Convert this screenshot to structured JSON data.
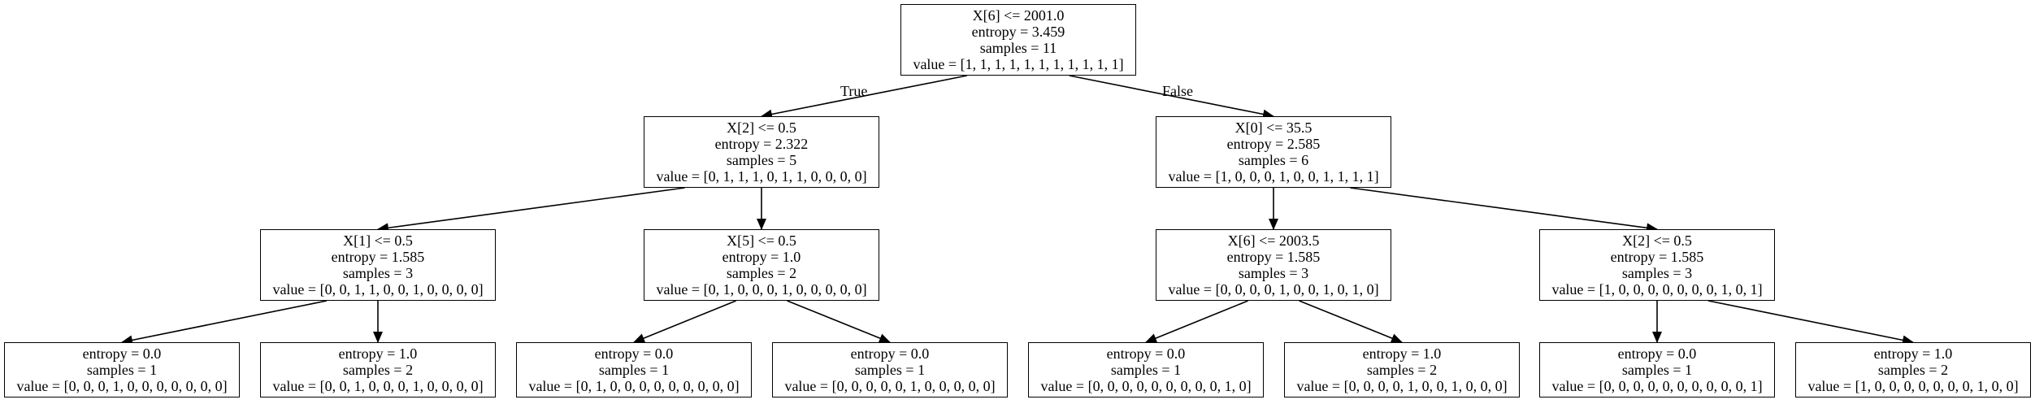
{
  "colors": {
    "border": "#000000",
    "edge": "#000000",
    "background": "#ffffff",
    "text": "#000000"
  },
  "edge_labels": {
    "true_label": "True",
    "false_label": "False"
  },
  "nodes": [
    {
      "id": "n0",
      "lines": [
        "X[6] <= 2001.0",
        "entropy = 3.459",
        "samples = 11",
        "value = [1, 1, 1, 1, 1, 1, 1, 1, 1, 1, 1]"
      ]
    },
    {
      "id": "n1",
      "lines": [
        "X[2] <= 0.5",
        "entropy = 2.322",
        "samples = 5",
        "value = [0, 1, 1, 1, 0, 1, 1, 0, 0, 0, 0]"
      ]
    },
    {
      "id": "n2",
      "lines": [
        "X[0] <= 35.5",
        "entropy = 2.585",
        "samples = 6",
        "value = [1, 0, 0, 0, 1, 0, 0, 1, 1, 1, 1]"
      ]
    },
    {
      "id": "n3",
      "lines": [
        "X[1] <= 0.5",
        "entropy = 1.585",
        "samples = 3",
        "value = [0, 0, 1, 1, 0, 0, 1, 0, 0, 0, 0]"
      ]
    },
    {
      "id": "n4",
      "lines": [
        "X[5] <= 0.5",
        "entropy = 1.0",
        "samples = 2",
        "value = [0, 1, 0, 0, 0, 1, 0, 0, 0, 0, 0]"
      ]
    },
    {
      "id": "n5",
      "lines": [
        "X[6] <= 2003.5",
        "entropy = 1.585",
        "samples = 3",
        "value = [0, 0, 0, 0, 1, 0, 0, 1, 0, 1, 0]"
      ]
    },
    {
      "id": "n6",
      "lines": [
        "X[2] <= 0.5",
        "entropy = 1.585",
        "samples = 3",
        "value = [1, 0, 0, 0, 0, 0, 0, 0, 1, 0, 1]"
      ]
    },
    {
      "id": "n7",
      "lines": [
        "entropy = 0.0",
        "samples = 1",
        "value = [0, 0, 0, 1, 0, 0, 0, 0, 0, 0, 0]"
      ]
    },
    {
      "id": "n8",
      "lines": [
        "entropy = 1.0",
        "samples = 2",
        "value = [0, 0, 1, 0, 0, 0, 1, 0, 0, 0, 0]"
      ]
    },
    {
      "id": "n9",
      "lines": [
        "entropy = 0.0",
        "samples = 1",
        "value = [0, 1, 0, 0, 0, 0, 0, 0, 0, 0, 0]"
      ]
    },
    {
      "id": "n10",
      "lines": [
        "entropy = 0.0",
        "samples = 1",
        "value = [0, 0, 0, 0, 0, 1, 0, 0, 0, 0, 0]"
      ]
    },
    {
      "id": "n11",
      "lines": [
        "entropy = 0.0",
        "samples = 1",
        "value = [0, 0, 0, 0, 0, 0, 0, 0, 0, 1, 0]"
      ]
    },
    {
      "id": "n12",
      "lines": [
        "entropy = 1.0",
        "samples = 2",
        "value = [0, 0, 0, 0, 1, 0, 0, 1, 0, 0, 0]"
      ]
    },
    {
      "id": "n13",
      "lines": [
        "entropy = 0.0",
        "samples = 1",
        "value = [0, 0, 0, 0, 0, 0, 0, 0, 0, 0, 1]"
      ]
    },
    {
      "id": "n14",
      "lines": [
        "entropy = 1.0",
        "samples = 2",
        "value = [1, 0, 0, 0, 0, 0, 0, 0, 1, 0, 0]"
      ]
    }
  ],
  "edges": [
    {
      "from": "n0",
      "to": "n1"
    },
    {
      "from": "n0",
      "to": "n2"
    },
    {
      "from": "n1",
      "to": "n3"
    },
    {
      "from": "n1",
      "to": "n4"
    },
    {
      "from": "n2",
      "to": "n5"
    },
    {
      "from": "n2",
      "to": "n6"
    },
    {
      "from": "n3",
      "to": "n7"
    },
    {
      "from": "n3",
      "to": "n8"
    },
    {
      "from": "n4",
      "to": "n9"
    },
    {
      "from": "n4",
      "to": "n10"
    },
    {
      "from": "n5",
      "to": "n11"
    },
    {
      "from": "n5",
      "to": "n12"
    },
    {
      "from": "n6",
      "to": "n13"
    },
    {
      "from": "n6",
      "to": "n14"
    }
  ]
}
